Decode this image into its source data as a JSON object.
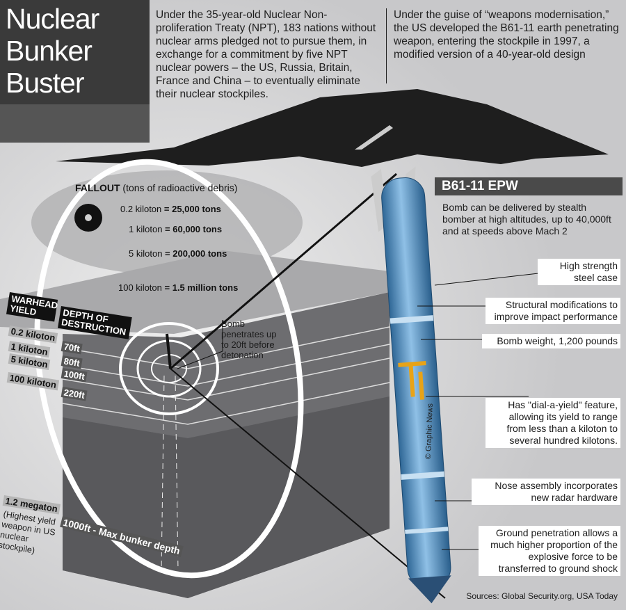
{
  "title": {
    "line1": "Nuclear",
    "line2": "Bunker",
    "line3": "Buster"
  },
  "intro_left": "Under the 35-year-old Nuclear Non-proliferation Treaty (NPT), 183 nations without nuclear arms pledged not to pursue them, in exchange for a commitment by five NPT nuclear powers – the US, Russia, Britain, France and China – to eventually eliminate their nuclear stockpiles.",
  "intro_right": "Under the guise of “weapons modernisation,” the US developed the B61-11 earth penetrating weapon, entering the stockpile in 1997, a modified version of a 40-year-old design",
  "fallout": {
    "heading_bold": "FALLOUT",
    "heading_rest": " (tons of radioactive debris)",
    "rows": [
      {
        "yield": "0.2 kiloton",
        "eq": " = ",
        "amount": "25,000 tons"
      },
      {
        "yield": "1 kiloton",
        "eq": " = ",
        "amount": "60,000 tons"
      },
      {
        "yield": "5 kiloton",
        "eq": " = ",
        "amount": "200,000 tons"
      },
      {
        "yield": "100 kiloton",
        "eq": " = ",
        "amount": "1.5 million tons"
      }
    ]
  },
  "table": {
    "col1": "WARHEAD YIELD",
    "col2": "DEPTH OF DESTRUCTION",
    "rows": [
      {
        "yield": "0.2 kiloton",
        "depth": "70ft"
      },
      {
        "yield": "1 kiloton",
        "depth": "80ft"
      },
      {
        "yield": "5 kiloton",
        "depth": "100ft"
      },
      {
        "yield": "100 kiloton",
        "depth": "220ft"
      }
    ],
    "megaton": "1.2 megaton",
    "megaton_note": "(Highest yield weapon in US nuclear stockpile)",
    "max_depth": "1000ft - Max bunker depth"
  },
  "bomb_note": "Bomb penetrates up to 20ft before detonation",
  "bomb": {
    "name": "B61-11 EPW",
    "subtitle": "Bomb can be delivered by stealth bomber at high altitudes, up to 40,000ft and at speeds above Mach 2",
    "callouts": [
      "High strength steel case",
      "Structural modifications to improve impact performance",
      "Bomb weight, 1,200 pounds",
      "Has \"dial-a-yield\" feature, allowing its yield to range from less than a kiloton to several hundred kilotons.",
      "Nose assembly incorporates new radar hardware",
      "Ground penetration allows a much higher proportion of the explosive force to be transferred to ground shock"
    ],
    "credit": "© Graphic News"
  },
  "sources": "Sources: Global Security.org, USA Today",
  "colors": {
    "title_block": "#3a3a3a",
    "bomb_blue": "#4a86b8",
    "yield_marks": "#e8a317",
    "header_bar": "#4a4a4a"
  }
}
